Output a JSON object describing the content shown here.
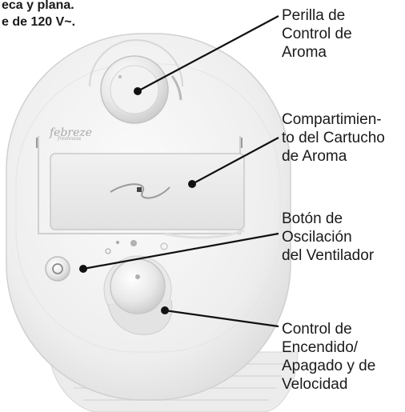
{
  "instructions_text": {
    "line1": "eca y plana.",
    "line2": "e de 120 V~."
  },
  "brand": {
    "logo_text": "febreze",
    "sub_text": "freshness"
  },
  "callouts": {
    "scent_knob": [
      "Perilla de",
      "Control de",
      "Aroma"
    ],
    "cartridge": [
      "Compartimien-",
      "to del Cartucho",
      "de Aroma"
    ],
    "oscillation": [
      "Botón de",
      "Oscilación",
      "del Ventilador"
    ],
    "power_speed": [
      "Control de",
      "Encendido/",
      "Apagado y de",
      "Velocidad"
    ]
  }
}
